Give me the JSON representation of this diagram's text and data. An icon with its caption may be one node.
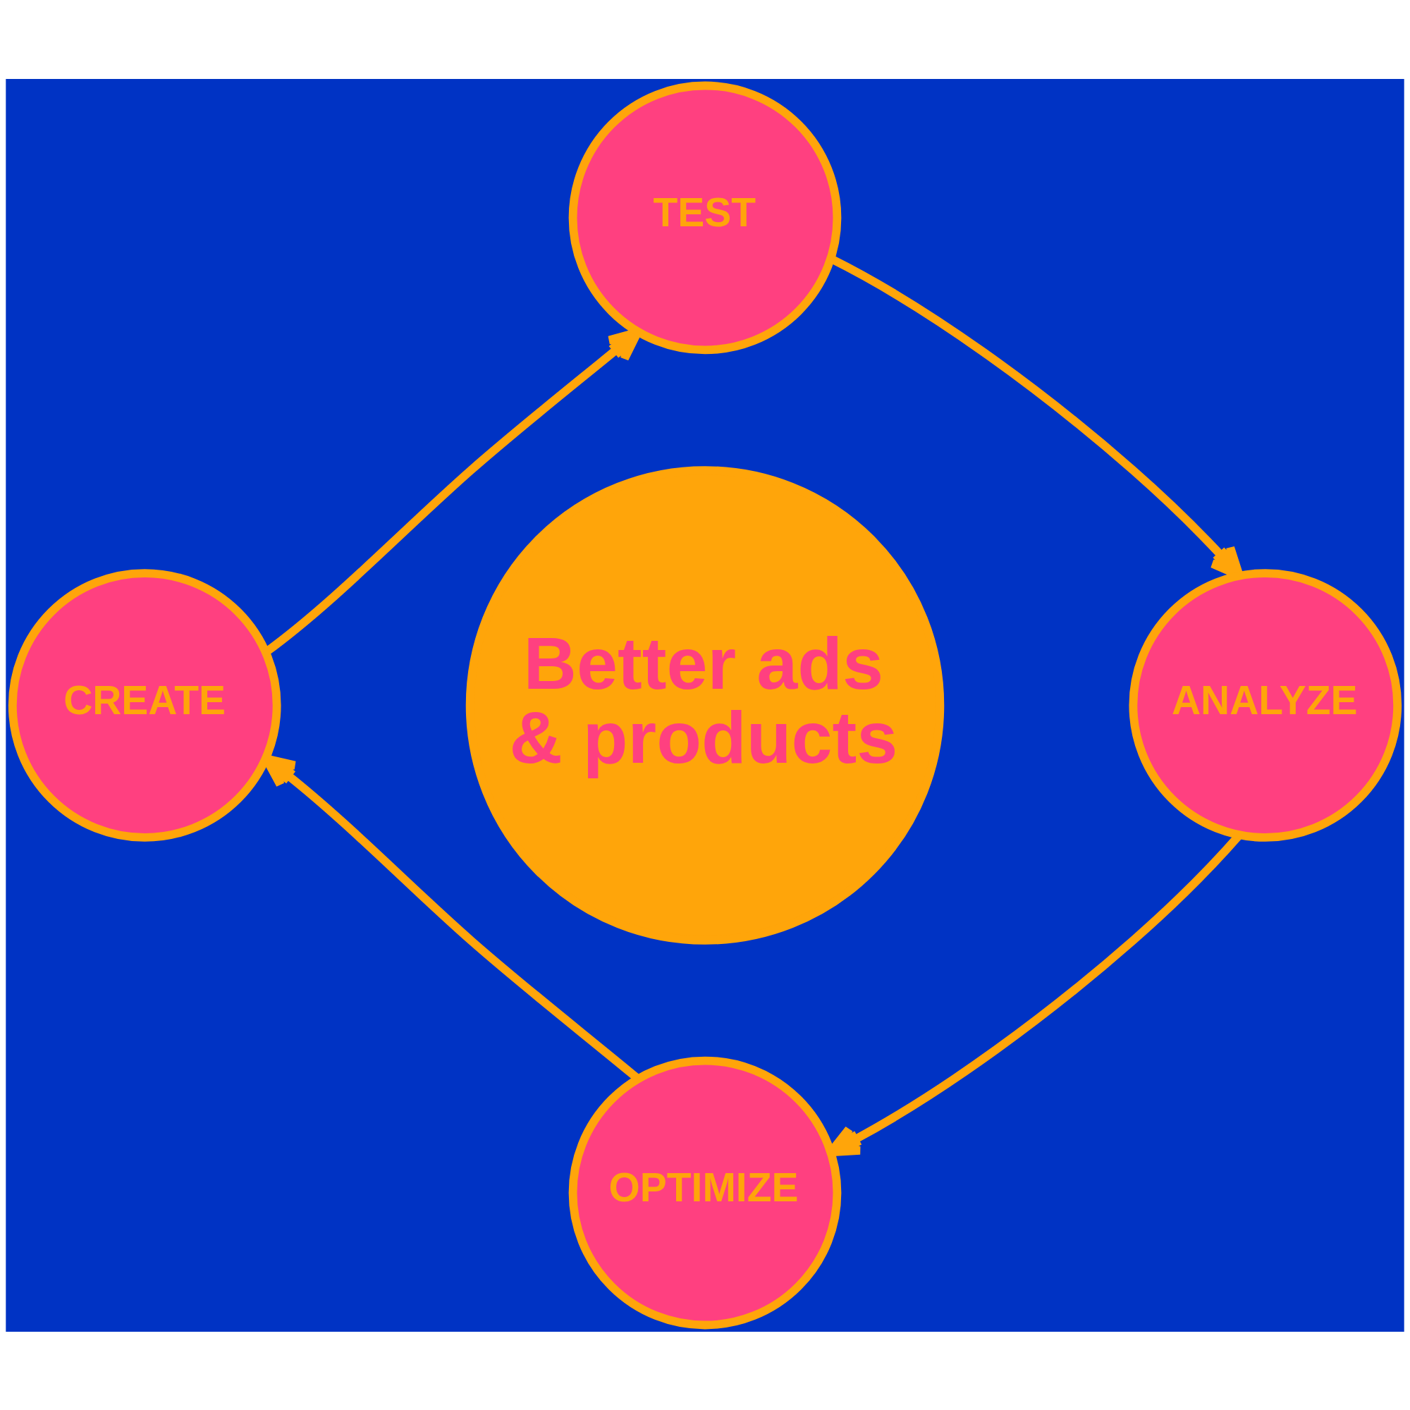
{
  "diagram": {
    "nodes": [
      {
        "text": [
          "TEST"
        ]
      },
      {
        "text": [
          "CREATE"
        ]
      },
      {
        "text": [
          "Better ads & products"
        ]
      },
      {
        "text": [
          "ANALYZE"
        ]
      },
      {
        "text": [
          "OPTIMIZE"
        ]
      }
    ],
    "edges": [
      {
        "from": 1,
        "to": 0,
        "arrow": "to"
      },
      {
        "from": 0,
        "to": 3,
        "arrow": "to"
      },
      {
        "from": 3,
        "to": 4,
        "arrow": "to"
      },
      {
        "from": 4,
        "to": 1,
        "arrow": "to"
      }
    ]
  }
}
